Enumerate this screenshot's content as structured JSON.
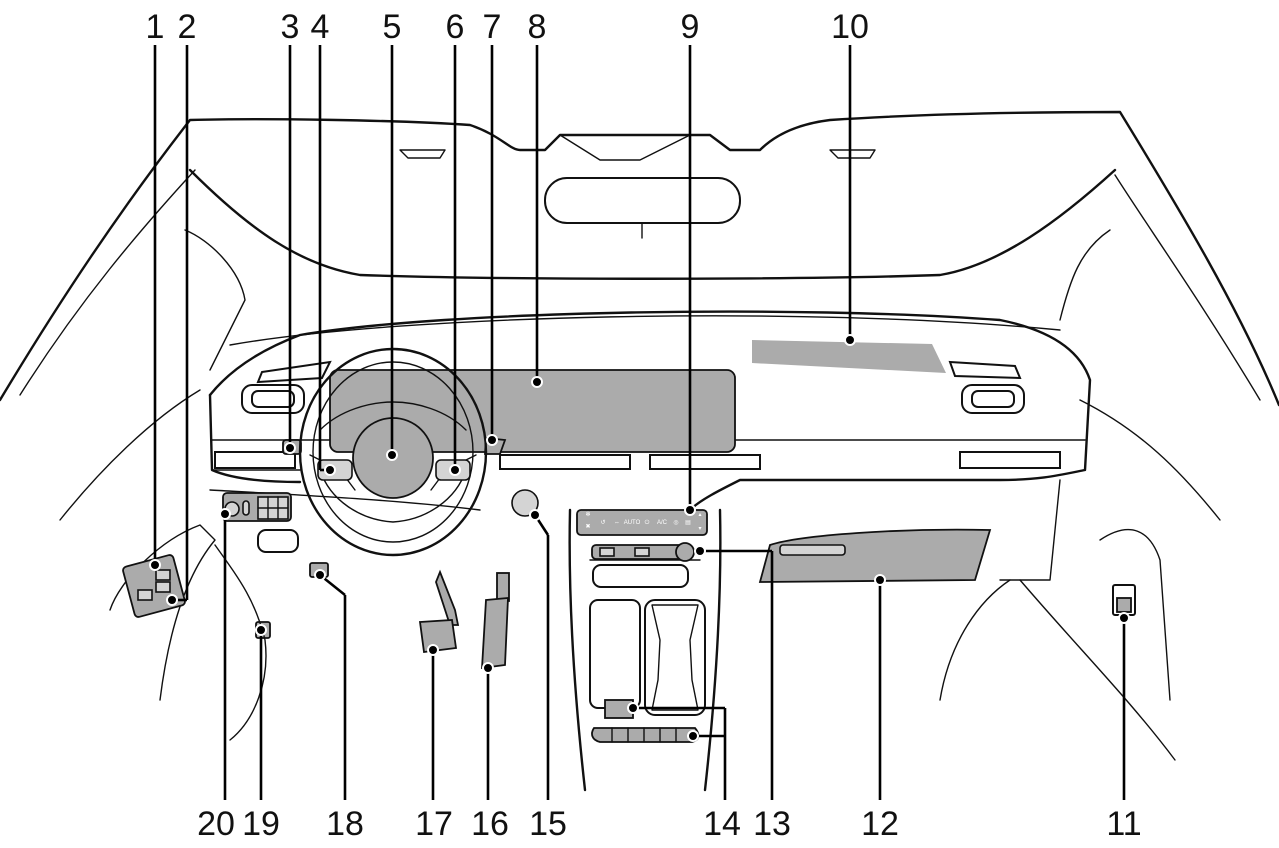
{
  "diagram": {
    "title": "Dashboard and interior controls overview",
    "callouts": [
      {
        "number": "1",
        "target": "driver-door-window-switches"
      },
      {
        "number": "2",
        "target": "driver-door-window-lock-switch"
      },
      {
        "number": "3",
        "target": "left-instrument-panel-button"
      },
      {
        "number": "4",
        "target": "steering-wheel-left-switches"
      },
      {
        "number": "5",
        "target": "steering-wheel-horn-airbag"
      },
      {
        "number": "6",
        "target": "steering-wheel-right-switches"
      },
      {
        "number": "7",
        "target": "right-instrument-panel-button"
      },
      {
        "number": "8",
        "target": "central-display-screen"
      },
      {
        "number": "9",
        "target": "climate-control-panel"
      },
      {
        "number": "10",
        "target": "passenger-airbag-area"
      },
      {
        "number": "11",
        "target": "passenger-door-switch"
      },
      {
        "number": "12",
        "target": "glove-box"
      },
      {
        "number": "13",
        "target": "center-console-switch-row"
      },
      {
        "number": "14",
        "target": "usb-ports-and-storage-switches"
      },
      {
        "number": "15",
        "target": "engine-start-stop-button"
      },
      {
        "number": "16",
        "target": "accelerator-pedal"
      },
      {
        "number": "17",
        "target": "brake-pedal"
      },
      {
        "number": "18",
        "target": "hood-release-handle"
      },
      {
        "number": "19",
        "target": "fuel-door-release"
      },
      {
        "number": "20",
        "target": "light-switch-panel"
      }
    ],
    "climate_panel": {
      "buttons": [
        "✻",
        "✖",
        "↺",
        "⇔",
        "AUTO",
        "⏻",
        "A/C",
        "◎",
        "▤",
        "▴",
        "▾"
      ]
    }
  }
}
